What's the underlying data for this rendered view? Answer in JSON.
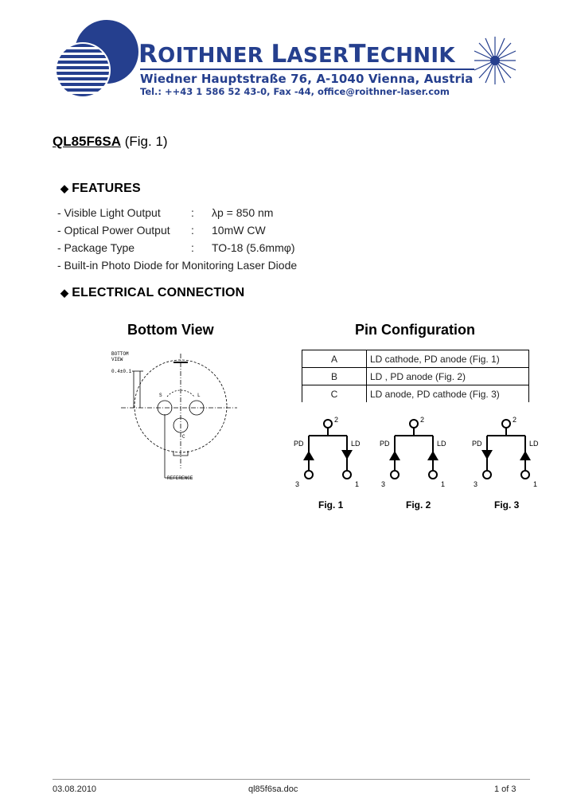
{
  "header": {
    "company_first": "R",
    "company_rest": "OITHNER ",
    "company_l": "L",
    "company_aser": "ASER",
    "company_t": "T",
    "company_echnik": "ECHNIK",
    "address": "Wiedner Hauptstraße 76, A-1040 Vienna, Austria",
    "contact": "Tel.: ++43 1 586 52 43-0, Fax -44, office@roithner-laser.com",
    "brand_color": "#253f8e",
    "logo_icon": "roithner-logo-spheres",
    "starburst_icon": "laser-starburst-icon"
  },
  "title": {
    "part_number": "QL85F6SA",
    "fig_ref": "(Fig. 1)"
  },
  "features": {
    "heading": "FEATURES",
    "bullet": "◆",
    "items": [
      {
        "label": "- Visible Light Output",
        "sep": ":",
        "value": "λp = 850 nm"
      },
      {
        "label": "- Optical Power Output",
        "sep": ":",
        "value": "10mW CW"
      },
      {
        "label": "- Package Type",
        "sep": ":",
        "value": "TO-18 (5.6mmφ)"
      },
      {
        "label": "- Built-in Photo Diode for Monitoring Laser Diode",
        "sep": "",
        "value": ""
      }
    ]
  },
  "electrical": {
    "heading": "ELECTRICAL CONNECTION",
    "bullet": "◆",
    "bottom_view_title": "Bottom View",
    "drawing_labels": {
      "view": "BOTTOM VIEW",
      "dim": "0.4±0.1",
      "pin_s": "S",
      "pin_l": "L",
      "pin_c": "C",
      "ref": "REFERENCE"
    },
    "pin_config_title": "Pin Configuration",
    "pin_table": [
      {
        "key": "A",
        "desc": "LD cathode, PD anode (Fig. 1)"
      },
      {
        "key": "B",
        "desc": "LD , PD anode (Fig. 2)"
      },
      {
        "key": "C",
        "desc": "LD anode, PD cathode (Fig. 3)"
      }
    ],
    "figures": [
      {
        "caption": "Fig. 1",
        "pin_top": "2",
        "pin_left": "3",
        "pin_right": "1",
        "left_label": "PD",
        "right_label": "LD",
        "left_dir": "up",
        "right_dir": "down"
      },
      {
        "caption": "Fig. 2",
        "pin_top": "2",
        "pin_left": "3",
        "pin_right": "1",
        "left_label": "PD",
        "right_label": "LD",
        "left_dir": "up",
        "right_dir": "up"
      },
      {
        "caption": "Fig. 3",
        "pin_top": "2",
        "pin_left": "3",
        "pin_right": "1",
        "left_label": "PD",
        "right_label": "LD",
        "left_dir": "down",
        "right_dir": "up"
      }
    ]
  },
  "footer": {
    "date": "03.08.2010",
    "filename": "ql85f6sa.doc",
    "page": "1 of 3"
  }
}
